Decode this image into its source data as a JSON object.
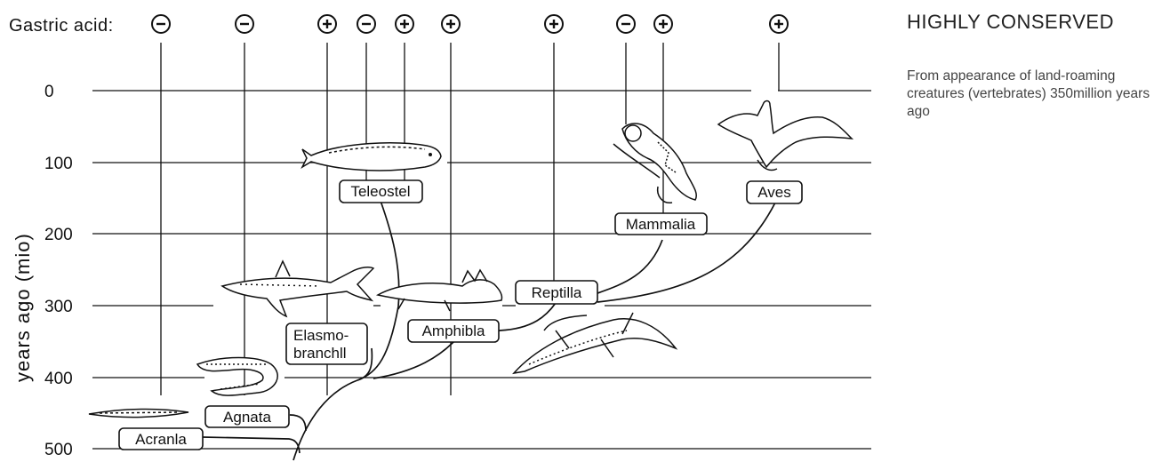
{
  "gastric_acid_label": "Gastric acid:",
  "y_axis_title": "years ago  (mio)",
  "y_ticks": [
    "0",
    "100",
    "200",
    "300",
    "400",
    "500"
  ],
  "signs": {
    "minus": "−",
    "plus": "+"
  },
  "gastric_columns": [
    {
      "sign": "minus"
    },
    {
      "sign": "minus"
    },
    {
      "sign": "plus"
    },
    {
      "sign": "minus"
    },
    {
      "sign": "plus"
    },
    {
      "sign": "plus"
    },
    {
      "sign": "plus"
    },
    {
      "sign": "minus"
    },
    {
      "sign": "plus"
    },
    {
      "sign": "plus"
    }
  ],
  "taxa": {
    "teleostei": "Teleostel",
    "mammalia": "Mammalia",
    "aves": "Aves",
    "reptilia": "Reptilla",
    "amphibia": "Amphibla",
    "elasmobranchii_1": "Elasmo-",
    "elasmobranchii_2": "branchll",
    "agnatha": "Agnata",
    "acrania": "Acranla"
  },
  "animal_icons": [
    "lancelet-icon",
    "lamprey-icon",
    "shark-icon",
    "mackerel-icon",
    "lungfish-icon",
    "salamander-icon",
    "lizard-icon",
    "lemur-icon",
    "gull-icon"
  ],
  "side_panel": {
    "heading": "HIGHLY CONSERVED",
    "description": "From appearance of land-roaming creatures (vertebrates) 350million years ago"
  }
}
